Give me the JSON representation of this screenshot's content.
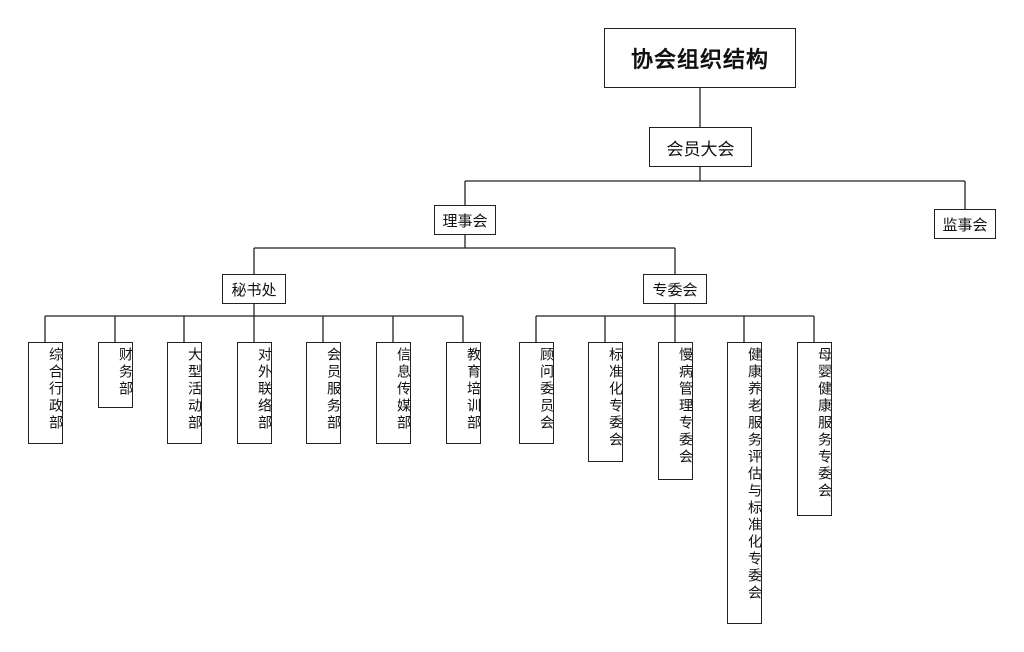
{
  "title": "协会组织结构",
  "assembly": "会员大会",
  "council": "理事会",
  "supervisors": "监事会",
  "secretariat": {
    "label": "秘书处",
    "departments": [
      "综合行政部",
      "财务部",
      "大型活动部",
      "对外联络部",
      "会员服务部",
      "信息传媒部",
      "教育培训部"
    ]
  },
  "committees": {
    "label": "专委会",
    "items": [
      "顾问委员会",
      "标准化专委会",
      "慢病管理专委会",
      "健康养老服务评估与标准化专委会",
      "母婴健康服务专委会"
    ]
  }
}
